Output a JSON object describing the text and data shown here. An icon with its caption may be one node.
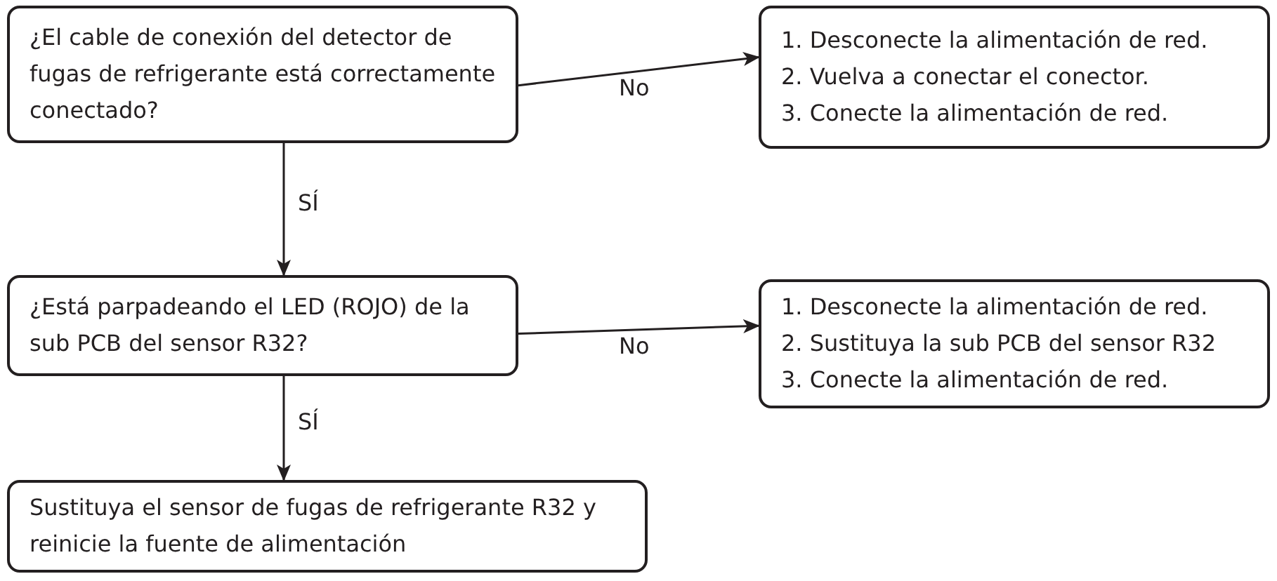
{
  "diagram": {
    "nodes": [
      {
        "text": [
          "¿El cable de conexión del detector de fugas de refrigerante está correctamente conectado?"
        ]
      },
      {
        "text": [
          "1. Desconecte la alimentación de red.",
          "2. Vuelva a conectar el conector.",
          "3. Conecte la alimentación de red."
        ]
      },
      {
        "text": [
          "¿Está parpadeando el LED (ROJO) de la sub PCB del sensor R32?"
        ]
      },
      {
        "text": [
          "1. Desconecte la alimentación de red.",
          "2. Sustituya la sub PCB del sensor R32",
          "3. Conecte la alimentación de red."
        ]
      },
      {
        "text": [
          "Sustituya el sensor de fugas de refrigerante R32 y reinicie la fuente de alimentación"
        ]
      }
    ],
    "edges": [
      {
        "from": 0,
        "to": 1,
        "arrow": "to",
        "label": "No"
      },
      {
        "from": 0,
        "to": 2,
        "arrow": "to",
        "label": "SÍ"
      },
      {
        "from": 2,
        "to": 3,
        "arrow": "to",
        "label": "No"
      },
      {
        "from": 2,
        "to": 4,
        "arrow": "to",
        "label": "SÍ"
      }
    ]
  }
}
